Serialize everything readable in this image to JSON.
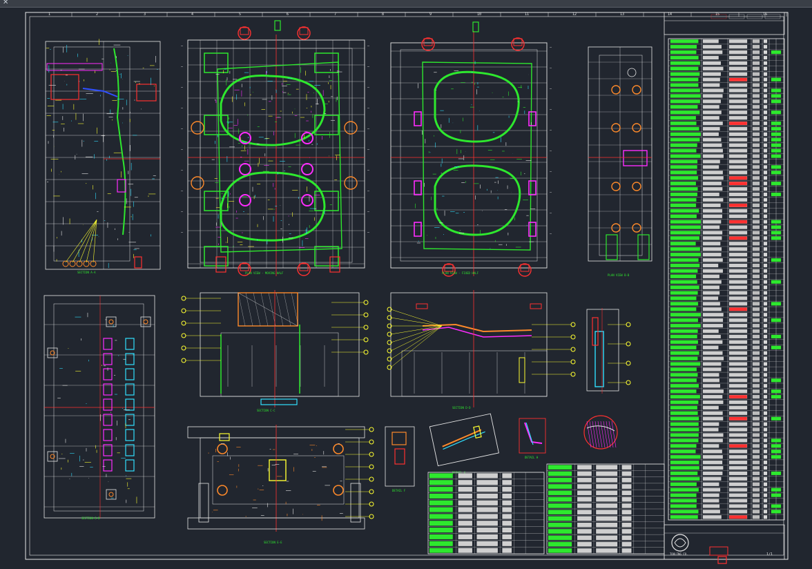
{
  "app": {
    "title_mark": "✕",
    "background": "#21262f"
  },
  "drawing": {
    "frame_color": "#e8e8e8",
    "column_numbers": [
      "1",
      "2",
      "3",
      "4",
      "5",
      "6",
      "7",
      "8",
      "9",
      "10",
      "11",
      "12",
      "13",
      "14",
      "15",
      "16"
    ],
    "views": {
      "plan_view_moving": "PLAN VIEW - MOVING HALF",
      "plan_view_fixed": "PLAN VIEW - FIXED HALF",
      "section_a": "SECTION A-A",
      "section_b": "SECTION B-B",
      "section_c": "SECTION C-C",
      "section_d": "SECTION D-D",
      "section_e": "SECTION E-E",
      "plan_view_side": "PLAN VIEW B-B",
      "detail_f": "DETAIL F",
      "detail_g": "DETAIL G",
      "detail_h": "DETAIL H"
    },
    "title_block": {
      "company": "TOOLING CO.",
      "sheet": "1/1"
    },
    "colors": {
      "green": "#2ee82e",
      "magenta": "#ff2cff",
      "red": "#ff3030",
      "yellow": "#ffff30",
      "cyan": "#30e0ff",
      "white": "#e8e8e8",
      "blue": "#3050ff",
      "orange": "#ff8a2a"
    }
  }
}
